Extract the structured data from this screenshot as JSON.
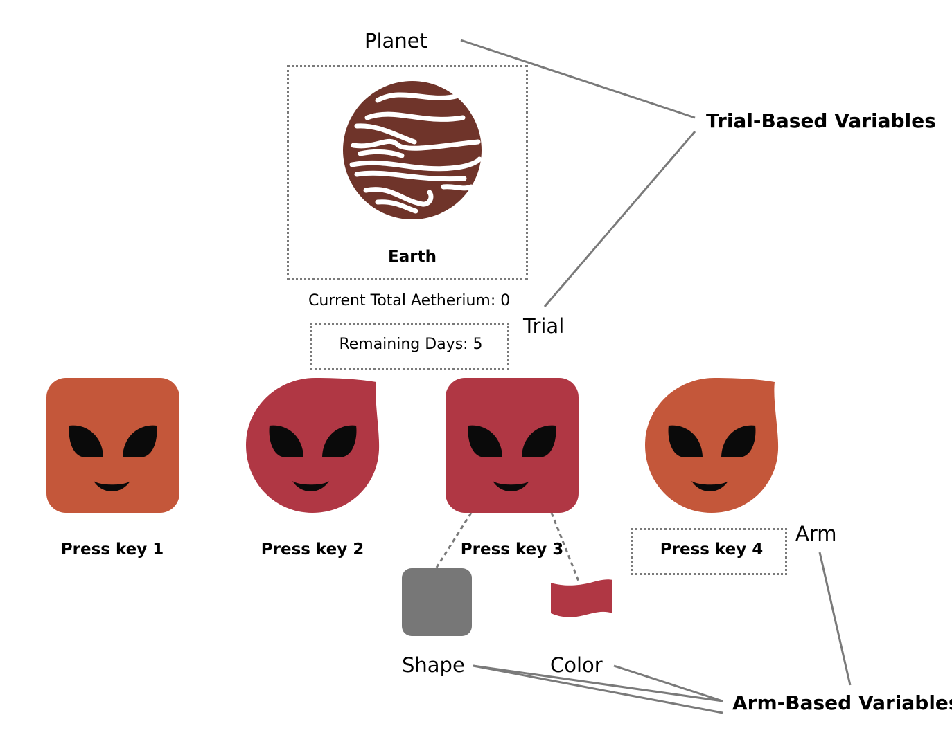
{
  "labels": {
    "planet": "Planet",
    "trial_based": "Trial-Based Variables",
    "trial": "Trial",
    "arm": "Arm",
    "shape": "Shape",
    "color": "Color",
    "arm_based": "Arm-Based Variables"
  },
  "planet": {
    "name": "Earth",
    "color": "#6f342a"
  },
  "status": {
    "total_aetherium": "Current Total Aetherium: 0",
    "remaining_days": "Remaining Days: 5"
  },
  "arms": [
    {
      "key_label": "Press key 1",
      "shape": "square",
      "color": "#c4573a"
    },
    {
      "key_label": "Press key 2",
      "shape": "drop",
      "color": "#b03744"
    },
    {
      "key_label": "Press key 3",
      "shape": "square",
      "color": "#b03744"
    },
    {
      "key_label": "Press key 4",
      "shape": "drop",
      "color": "#c4573a"
    }
  ],
  "legend_colors": {
    "shape_swatch": "#777777",
    "color_swatch": "#b03744"
  }
}
